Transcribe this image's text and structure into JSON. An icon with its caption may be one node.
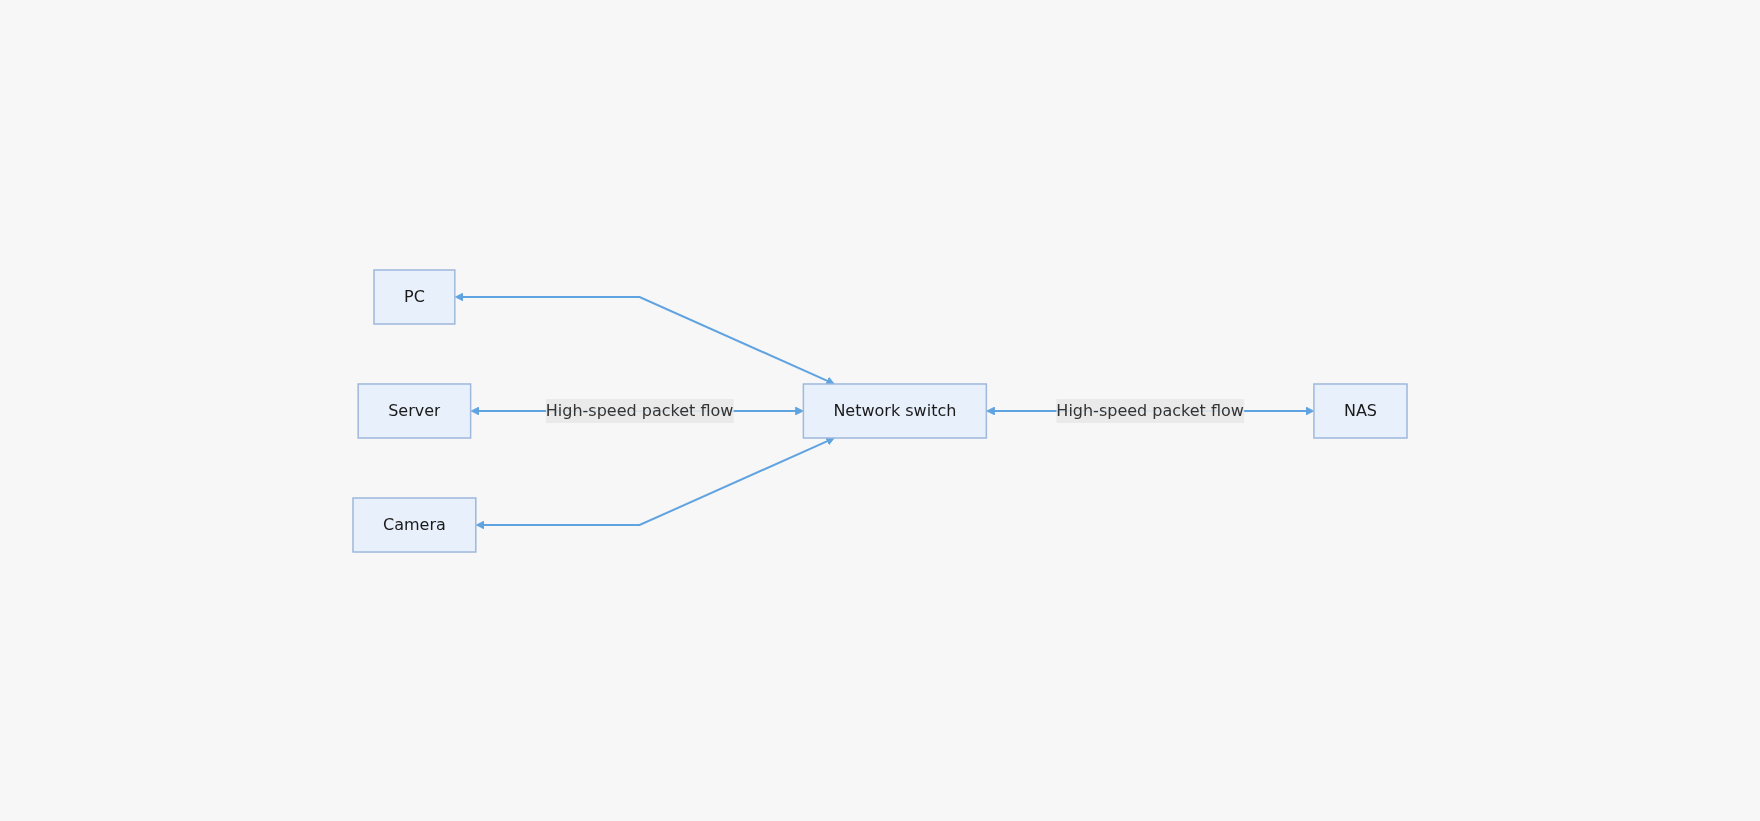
{
  "diagram": {
    "nodes": [
      {
        "text": [
          "PC"
        ]
      },
      {
        "text": [
          "Server"
        ]
      },
      {
        "text": [
          "Network switch"
        ]
      },
      {
        "text": [
          "NAS"
        ]
      },
      {
        "text": [
          "Camera"
        ]
      }
    ],
    "edges": [
      {
        "from": 0,
        "to": 2,
        "arrow": "both"
      },
      {
        "from": 1,
        "to": 2,
        "arrow": "both",
        "label": "High-speed packet flow"
      },
      {
        "from": 4,
        "to": 2,
        "arrow": "both"
      },
      {
        "from": 2,
        "to": 3,
        "arrow": "both",
        "label": "High-speed packet flow"
      }
    ]
  }
}
